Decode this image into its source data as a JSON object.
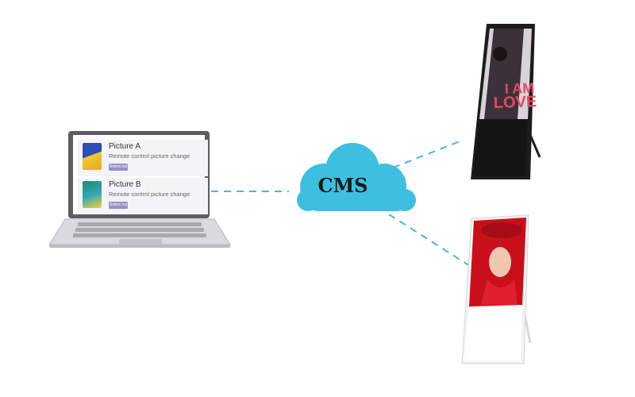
{
  "cms": {
    "label": "CMS",
    "cloud_color": "#3fbfe0",
    "link_color": "#4fb3d9"
  },
  "laptop": {
    "rows": [
      {
        "title": "Picture A",
        "subtitle": "Remote control picture change",
        "button": "Select out"
      },
      {
        "title": "Picture B",
        "subtitle": "Remote control picture change",
        "button": "Select out"
      }
    ],
    "button_color": "#9b8fc9"
  },
  "displays": [
    {
      "name": "black-floor-stand-display",
      "poster_text": "I AM LOVE"
    },
    {
      "name": "white-floor-stand-display"
    }
  ]
}
